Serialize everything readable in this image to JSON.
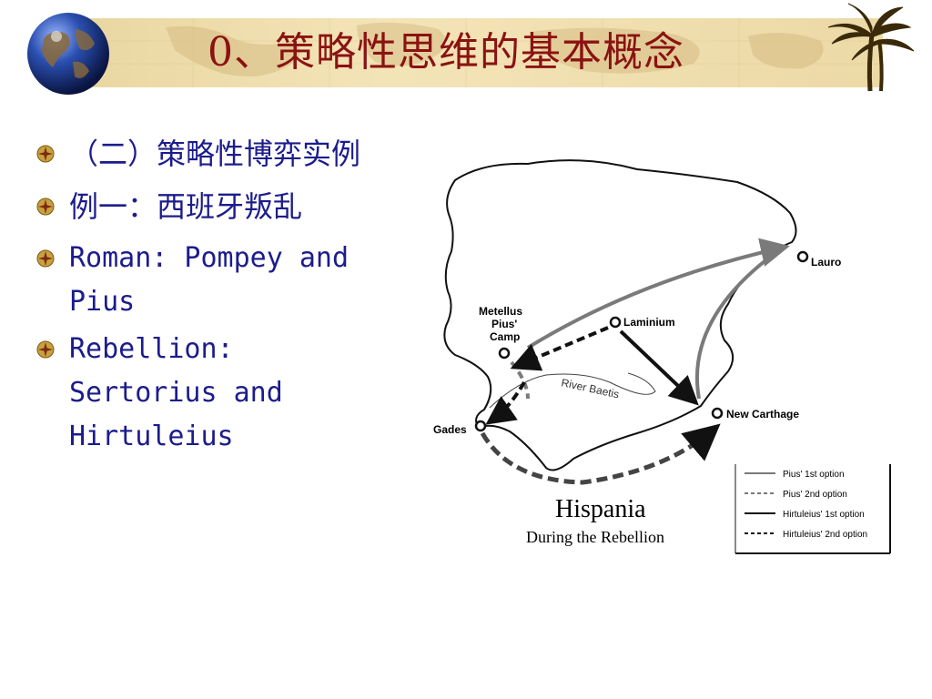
{
  "slide": {
    "title": "0、策略性思维的基本概念"
  },
  "bullets": [
    {
      "text": "（二）策略性博弈实例",
      "style": "cjk"
    },
    {
      "text": "例一：西班牙叛乱",
      "style": "cjk"
    },
    {
      "text": "Roman: Pompey and Pius",
      "style": "lat"
    },
    {
      "text": "Rebellion: Sertorius and Hirtuleius",
      "style": "lat"
    }
  ],
  "map": {
    "title": "Hispania",
    "subtitle": "During the Rebellion",
    "places": {
      "lauro": "Lauro",
      "laminium": "Laminium",
      "metellus": [
        "Metellus",
        "Pius'",
        "Camp"
      ],
      "new_carthage": "New Carthage",
      "gades": "Gades",
      "river": "River Baetis"
    },
    "legend": [
      {
        "label": "Pius' 1st option",
        "line": "gray-solid"
      },
      {
        "label": "Pius' 2nd option",
        "line": "gray-dashed"
      },
      {
        "label": "Hirtuleius' 1st option",
        "line": "black-solid"
      },
      {
        "label": "Hirtuleius' 2nd option",
        "line": "black-dashed"
      }
    ]
  },
  "colors": {
    "title": "#8b1212",
    "text": "#1c1c8c",
    "banner": "#f0deb0",
    "pius": "#7a7a7a",
    "hirtuleius": "#111111"
  },
  "icons": {
    "globe": "globe-icon",
    "palm": "palm-tree-icon",
    "bullet": "compass-bullet-icon"
  }
}
